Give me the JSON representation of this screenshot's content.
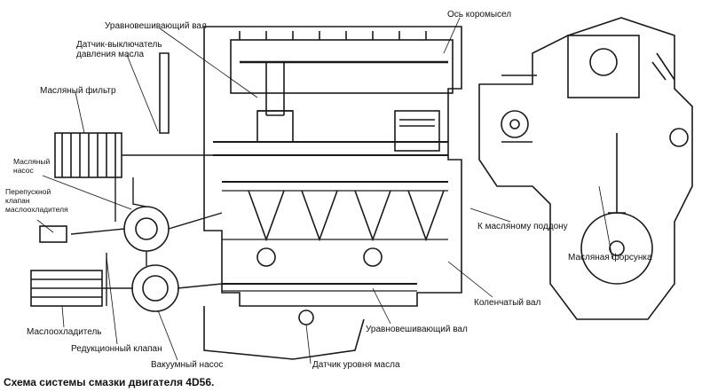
{
  "caption": "Схема системы смазки двигателя 4D56.",
  "labels": {
    "balance_shaft_top": "Уравновешивающий вал",
    "rocker_axis": "Ось коромысел",
    "oil_pressure_switch_1": "Датчик-выключатель",
    "oil_pressure_switch_2": "давления масла",
    "oil_filter": "Масляный фильтр",
    "oil_pump_1": "Масляный",
    "oil_pump_2": "насос",
    "bypass_1": "Перепускной",
    "bypass_2": "клапан",
    "bypass_3": "маслоохладителя",
    "to_oil_pan": "К масляному поддону",
    "oil_nozzle": "Масляная форсунка",
    "crankshaft": "Коленчатый вал",
    "balance_shaft_bottom": "Уравновешивающий вал",
    "oil_cooler": "Маслоохладитель",
    "relief_valve": "Редукционный клапан",
    "vacuum_pump": "Вакуумный насос",
    "oil_level_sensor": "Датчик уровня масла"
  }
}
